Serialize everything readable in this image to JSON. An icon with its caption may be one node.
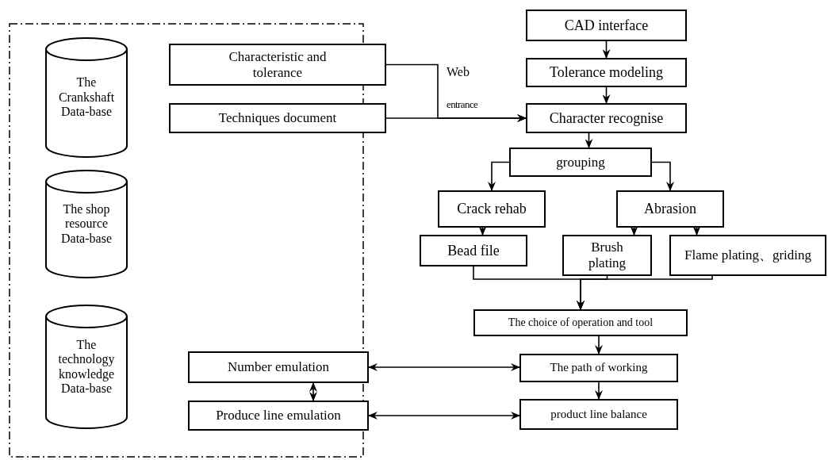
{
  "diagram": {
    "nodes": [
      {
        "text": [
          "The Crankshaft Data-base"
        ]
      },
      {
        "text": [
          "The shop resource Data-base"
        ]
      },
      {
        "text": [
          "The technology knowledge Data-base"
        ]
      },
      {
        "text": [
          "Characteristic and tolerance"
        ]
      },
      {
        "text": [
          "Techniques document"
        ]
      },
      {
        "text": [
          "CAD interface"
        ]
      },
      {
        "text": [
          "Tolerance modeling"
        ]
      },
      {
        "text": [
          "Character recognise"
        ]
      },
      {
        "text": [
          "grouping"
        ]
      },
      {
        "text": [
          "Crack rehab"
        ]
      },
      {
        "text": [
          "Abrasion"
        ]
      },
      {
        "text": [
          "Bead file"
        ]
      },
      {
        "text": [
          "Brush plating"
        ]
      },
      {
        "text": [
          "Flame plating、griding"
        ]
      },
      {
        "text": [
          "The choice of operation and tool"
        ]
      },
      {
        "text": [
          "Number emulation"
        ]
      },
      {
        "text": [
          "Produce line emulation"
        ]
      },
      {
        "text": [
          "The path of working"
        ]
      },
      {
        "text": [
          "product line balance"
        ]
      }
    ],
    "edges": [
      {
        "from": 3,
        "to": 7,
        "arrow": "to"
      },
      {
        "from": 4,
        "to": 7,
        "arrow": "to"
      },
      {
        "from": 5,
        "to": 6,
        "arrow": "to"
      },
      {
        "from": 6,
        "to": 7,
        "arrow": "to"
      },
      {
        "from": 7,
        "to": 8,
        "arrow": "to"
      },
      {
        "from": 8,
        "to": 9,
        "arrow": "to"
      },
      {
        "from": 8,
        "to": 10,
        "arrow": "to"
      },
      {
        "from": 9,
        "to": 11,
        "arrow": "to"
      },
      {
        "from": 10,
        "to": 12,
        "arrow": "to"
      },
      {
        "from": 10,
        "to": 13,
        "arrow": "to"
      },
      {
        "from": 11,
        "to": 14,
        "arrow": "to"
      },
      {
        "from": 12,
        "to": 14,
        "arrow": "to"
      },
      {
        "from": 13,
        "to": 14,
        "arrow": "to"
      },
      {
        "from": 14,
        "to": 17,
        "arrow": "to"
      },
      {
        "from": 17,
        "to": 18,
        "arrow": "to"
      },
      {
        "from": 15,
        "to": 17,
        "arrow": "both"
      },
      {
        "from": 16,
        "to": 18,
        "arrow": "both"
      },
      {
        "from": 15,
        "to": 16,
        "arrow": "both"
      }
    ],
    "labels": [
      "Web",
      "entrance"
    ]
  }
}
